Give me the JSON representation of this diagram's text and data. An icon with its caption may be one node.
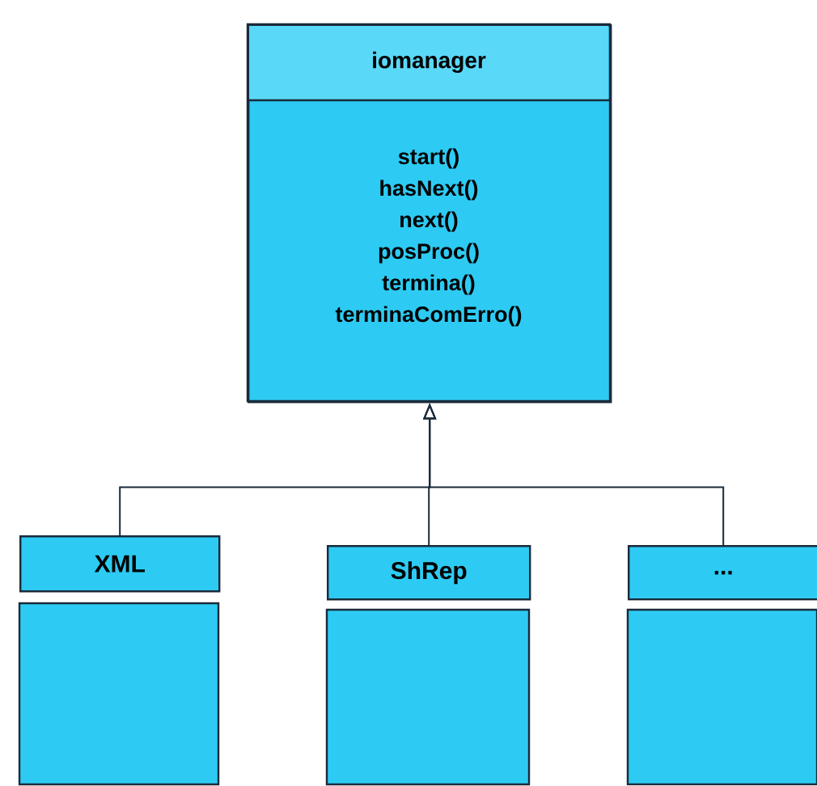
{
  "diagram": {
    "nodes": [
      {
        "text": [
          "iomanager",
          "start()",
          "hasNext()",
          "next()",
          "posProc()",
          "termina()",
          "terminaComErro()"
        ]
      },
      {
        "text": [
          "XML"
        ]
      },
      {
        "text": [
          "ShRep"
        ]
      },
      {
        "text": [
          "..."
        ]
      }
    ],
    "edges": [
      {
        "from": 1,
        "to": 0,
        "arrow": "to"
      },
      {
        "from": 2,
        "to": 0,
        "arrow": "to"
      },
      {
        "from": 3,
        "to": 0,
        "arrow": "to"
      }
    ]
  }
}
